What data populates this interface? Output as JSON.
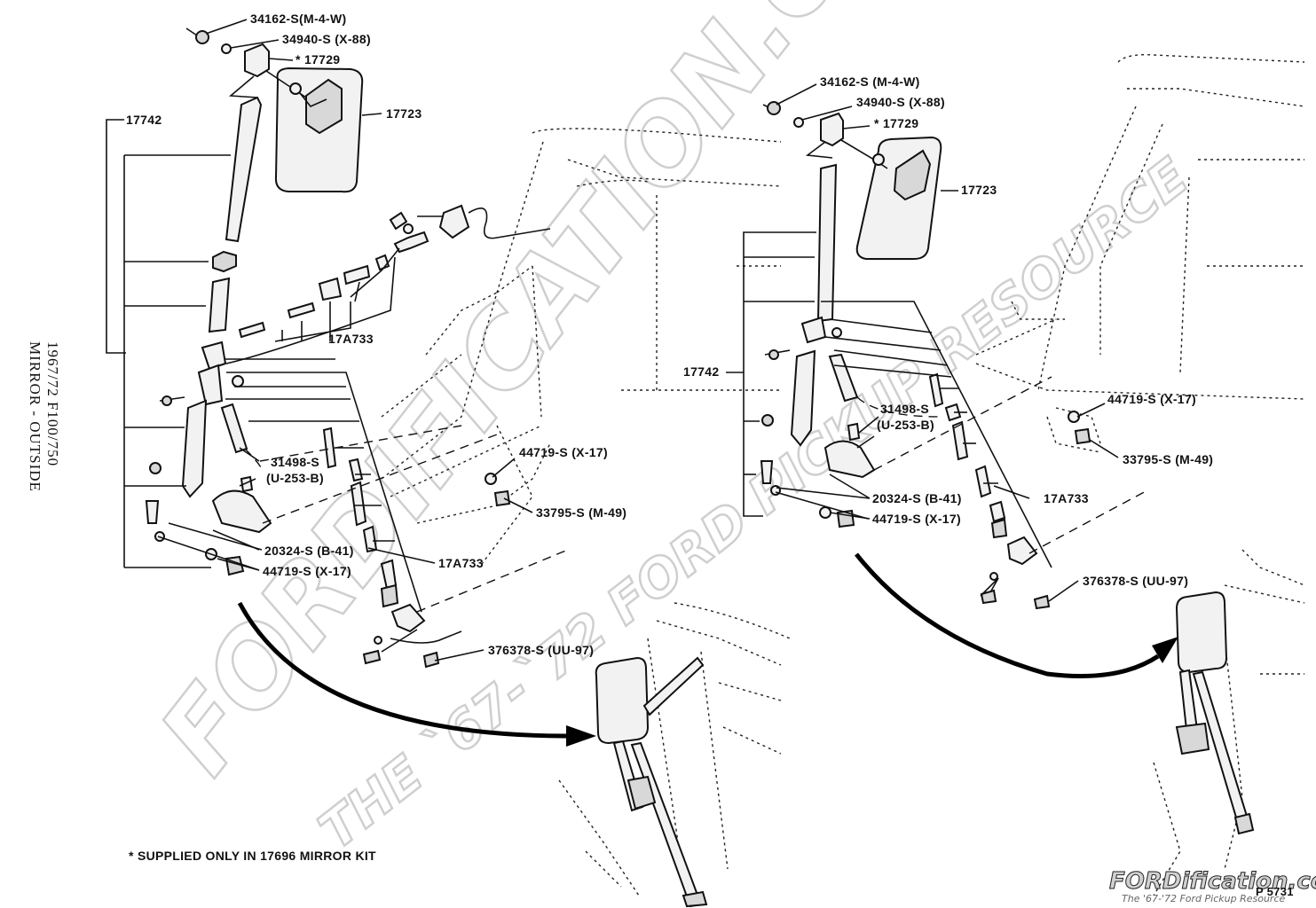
{
  "diagram": {
    "title_lines": [
      "MIRROR - OUTSIDE",
      "1967/72  F100/750"
    ],
    "footnote": "* SUPPLIED ONLY IN 17696 MIRROR KIT",
    "figure_number": "P 5731",
    "watermark": {
      "main": "FORDIFICATION.COM",
      "sub": "THE `67-`72 FORD PICKUP RESOURCE"
    },
    "logo": {
      "main": "FORDification.com",
      "sub": "The '67-'72 Ford Pickup Resource"
    },
    "left_callouts": {
      "nut": "34162-S(M-4-W)",
      "washer": "34940-S (X-88)",
      "clamp": "* 17729",
      "mirror_head": "17723",
      "arm": "17742",
      "brace_upper": "17A733",
      "screw": "31498-S",
      "screw_code": "(U-253-B)",
      "body_washer": "44719-S (X-17)",
      "body_nut": "33795-S (M-49)",
      "bracket_screw": "20324-S (B-41)",
      "bracket_washer": "44719-S (X-17)",
      "brace_lower": "17A733",
      "rivet": "376378-S (UU-97)"
    },
    "right_callouts": {
      "nut": "34162-S (M-4-W)",
      "washer": "34940-S (X-88)",
      "clamp": "* 17729",
      "mirror_head": "17723",
      "arm": "17742",
      "screw": "31498-S",
      "screw_code": "(U-253-B)",
      "body_washer": "44719-S (X-17)",
      "body_nut": "33795-S (M-49)",
      "bracket_screw": "20324-S (B-41)",
      "bracket_washer": "44719-S (X-17)",
      "brace": "17A733",
      "rivet": "376378-S (UU-97)"
    }
  }
}
